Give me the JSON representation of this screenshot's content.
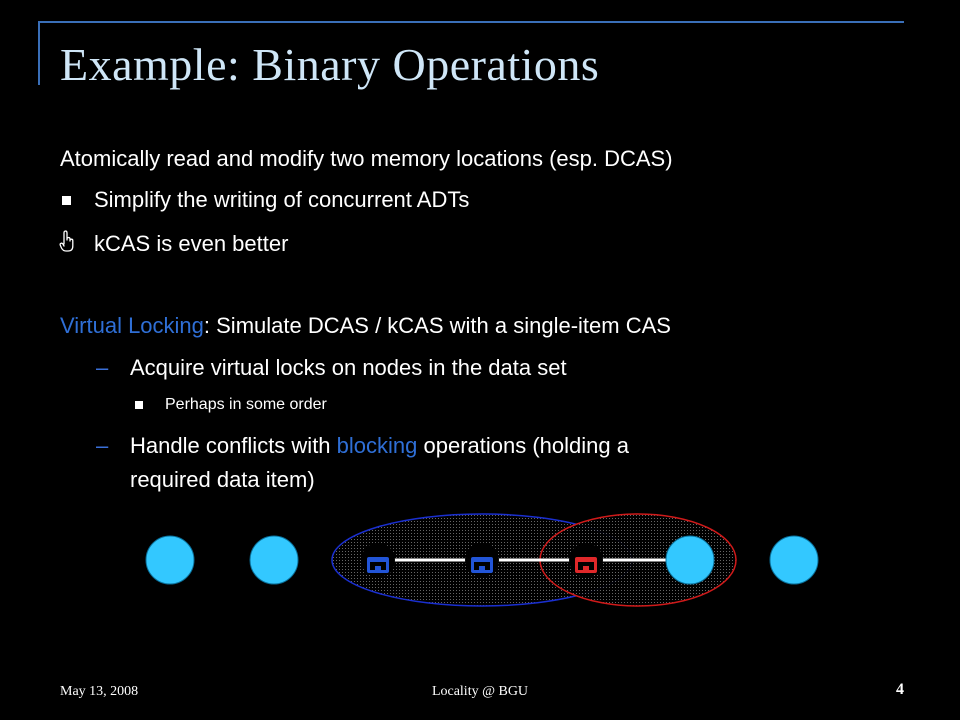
{
  "slide": {
    "title": "Example: Binary Operations",
    "lines": {
      "intro": "Atomically read and modify two memory locations (esp. DCAS)",
      "bullet_simplify": "Simplify the writing of concurrent ADTs",
      "bullet_kcas": "kCAS is even better",
      "vl_term": "Virtual Locking",
      "vl_rest": ": Simulate DCAS / kCAS with a single-item CAS",
      "dash_1": "–",
      "acquire": "Acquire virtual locks on nodes in the data set",
      "perhaps": "Perhaps in some order",
      "dash_2": "–",
      "handle_pre": "Handle conflicts with ",
      "handle_blocking": "blocking",
      "handle_post": " operations (holding a",
      "handle_cont": "required data item)"
    }
  },
  "diagram": {
    "node_count": 7,
    "locked_nodes": [
      {
        "index": 2,
        "color": "blue"
      },
      {
        "index": 3,
        "color": "blue"
      },
      {
        "index": 4,
        "color": "red"
      }
    ],
    "groups": [
      {
        "name": "blue-operation",
        "color": "#1a2fd0",
        "spans_nodes": [
          2,
          3,
          4
        ]
      },
      {
        "name": "red-operation",
        "color": "#d01a1a",
        "spans_nodes": [
          4,
          5
        ]
      }
    ],
    "colors": {
      "node_fill": "#33c8ff",
      "lock_blue": "#2255d8",
      "lock_red": "#e0282a",
      "edge": "#ffffff"
    }
  },
  "footer": {
    "date": "May 13, 2008",
    "center": "Locality @ BGU",
    "page_number": "4"
  }
}
